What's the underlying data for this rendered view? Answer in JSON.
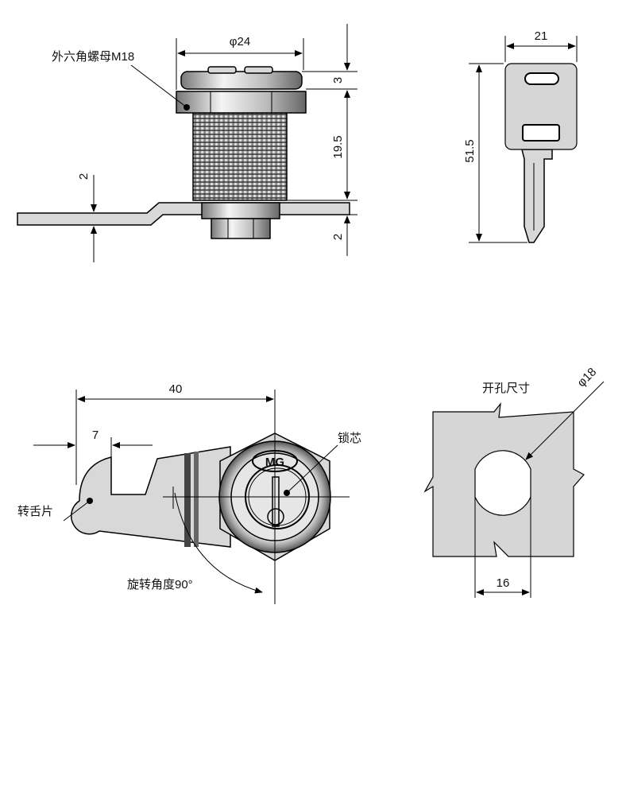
{
  "side_view": {
    "diameter_label": "φ24",
    "nut_label": "外六角螺母M18",
    "dim_cap": "3",
    "dim_body": "19.5",
    "dim_plate_left": "2",
    "dim_plate_right": "2"
  },
  "key_view": {
    "width_label": "21",
    "length_label": "51.5"
  },
  "front_view": {
    "length_label": "40",
    "offset_label": "7",
    "core_label": "锁芯",
    "cam_label": "转舌片",
    "rotation_label": "旋转角度90°",
    "logo": "MG"
  },
  "cutout_view": {
    "title": "开孔尺寸",
    "diameter_label": "φ18",
    "width_label": "16"
  }
}
